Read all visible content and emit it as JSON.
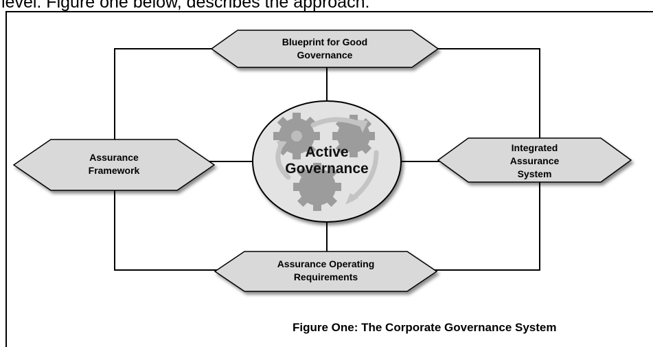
{
  "intro_text": "level. Figure one below, describes the approach:",
  "center": {
    "line1": "Active",
    "line2": "Governance"
  },
  "nodes": {
    "top": {
      "line1": "Blueprint for Good",
      "line2": "Governance"
    },
    "left": {
      "line1": "Assurance",
      "line2": "Framework"
    },
    "right": {
      "line1": "Integrated",
      "line2": "Assurance",
      "line3": "System"
    },
    "bottom": {
      "line1": "Assurance Operating",
      "line2": "Requirements"
    }
  },
  "caption": "Figure One: The Corporate Governance System",
  "colors": {
    "hexagon_fill": "#d9d9d9",
    "ellipse_fill": "#e3e3e3",
    "gear_fill": "#9c9c9c",
    "line": "#000000"
  }
}
